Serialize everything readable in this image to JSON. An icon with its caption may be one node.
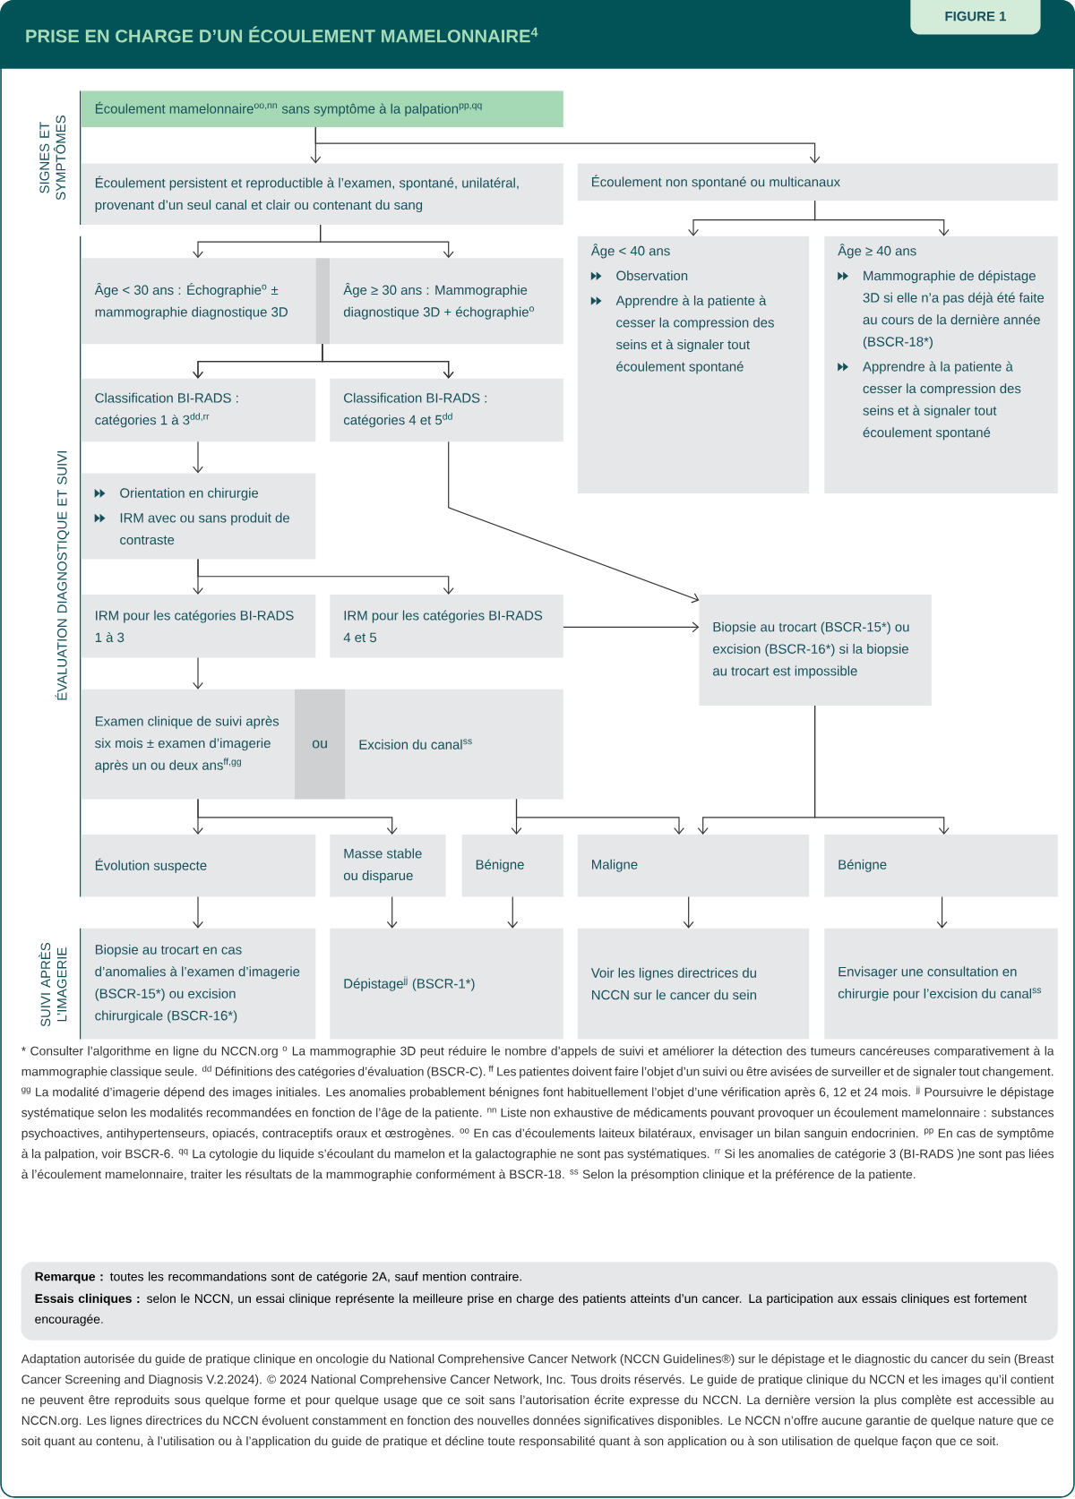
{
  "diagram": {
    "title": "PRISE EN CHARGE D’UN ÉCOULEMENT MAMELONNAIRE$^{4}$",
    "nodes": [
      {
        "text": [
          "Écoulement mamelonnaire$^{oo,nn}$ sans symptôme à la palpation$^{pp,qq}$"
        ]
      },
      {
        "text": [
          "Écoulement persistent et reproductible à l’examen, spontané, unilatéral, provenant d’un seul canal et clair ou contenant du sang"
        ]
      },
      {
        "text": [
          "Écoulement non spontané ou multicanaux"
        ]
      },
      {
        "text": [
          "Âge < 30 ans : Échographie$^{o}$ ± mammographie diagnostique 3D"
        ]
      },
      {
        "text": [
          "Âge ≥ 30 ans : Mammographie diagnostique 3D + échographie$^{o}$"
        ]
      },
      {
        "text": [
          "Âge < 40 ans",
          "Observation",
          "Apprendre à la patiente à cesser la compression des seins et à signaler tout écoulement spontané"
        ]
      },
      {
        "text": [
          "Âge ≥ 40 ans",
          "Mammographie de dépistage 3D si elle n’a pas déjà été faite au cours de la dernière année (BSCR-18*)",
          "Apprendre à la patiente à cesser la compression des seins et à signaler tout écoulement spontané"
        ]
      },
      {
        "text": [
          "Classification BI-RADS : catégories 1 à 3$^{dd,rr}$"
        ]
      },
      {
        "text": [
          "Classification BI-RADS : catégories 4 et 5$^{dd}$"
        ]
      },
      {
        "text": [
          "Orientation en chirurgie",
          "IRM avec ou sans produit de contraste"
        ]
      },
      {
        "text": [
          "IRM pour les catégories BI-RADS 1 à 3"
        ]
      },
      {
        "text": [
          "IRM pour les catégories BI-RADS 4 et 5"
        ]
      },
      {
        "text": [
          "Biopsie au trocart (BSCR-15*) ou excision (BSCR-16*) si la biopsie au trocart est impossible"
        ]
      },
      {
        "text": [
          "Examen clinique de suivi après six mois ± examen d’imagerie après un ou deux ans$^{ff,gg}$"
        ]
      },
      {
        "text": [
          "Excision du canal$^{ss}$"
        ]
      },
      {
        "text": [
          "Évolution suspecte"
        ]
      },
      {
        "text": [
          "Masse stable ou disparue"
        ]
      },
      {
        "text": [
          "Bénigne"
        ]
      },
      {
        "text": [
          "Maligne"
        ]
      },
      {
        "text": [
          "Bénigne"
        ]
      },
      {
        "text": [
          "Biopsie au trocart en cas d’anomalies à l’examen d’imagerie (BSCR-15*) ou excision chirurgicale (BSCR-16*)"
        ]
      },
      {
        "text": [
          "Dépistage$^{jj}$ (BSCR-1*)"
        ]
      },
      {
        "text": [
          "Voir les lignes directrices du NCCN sur le cancer du sein"
        ]
      },
      {
        "text": [
          "Envisager une consultation en chirurgie pour l’excision du canal$^{ss}$"
        ]
      }
    ],
    "edges": [
      {
        "from": 0,
        "to": 1,
        "arrow": "to"
      },
      {
        "from": 0,
        "to": 2,
        "arrow": "to"
      },
      {
        "from": 1,
        "to": 3,
        "arrow": "to"
      },
      {
        "from": 1,
        "to": 4,
        "arrow": "to"
      },
      {
        "from": 2,
        "to": 5,
        "arrow": "to"
      },
      {
        "from": 2,
        "to": 6,
        "arrow": "to"
      },
      {
        "from": 3,
        "to": 7,
        "arrow": "to"
      },
      {
        "from": 3,
        "to": 8,
        "arrow": "to"
      },
      {
        "from": 4,
        "to": 7,
        "arrow": "to"
      },
      {
        "from": 4,
        "to": 8,
        "arrow": "to"
      },
      {
        "from": 7,
        "to": 9,
        "arrow": "to"
      },
      {
        "from": 8,
        "to": 12,
        "arrow": "to"
      },
      {
        "from": 9,
        "to": 10,
        "arrow": "to"
      },
      {
        "from": 9,
        "to": 11,
        "arrow": "to"
      },
      {
        "from": 11,
        "to": 12,
        "arrow": "to"
      },
      {
        "from": 10,
        "to": 13,
        "arrow": "to"
      },
      {
        "from": 13,
        "to": 15,
        "arrow": "to"
      },
      {
        "from": 13,
        "to": 16,
        "arrow": "to"
      },
      {
        "from": 14,
        "to": 17,
        "arrow": "to"
      },
      {
        "from": 14,
        "to": 18,
        "arrow": "to"
      },
      {
        "from": 12,
        "to": 18,
        "arrow": "to"
      },
      {
        "from": 12,
        "to": 19,
        "arrow": "to"
      },
      {
        "from": 15,
        "to": 20,
        "arrow": "to"
      },
      {
        "from": 16,
        "to": 21,
        "arrow": "to"
      },
      {
        "from": 17,
        "to": 21,
        "arrow": "to"
      },
      {
        "from": 18,
        "to": 22,
        "arrow": "to"
      },
      {
        "from": 19,
        "to": 23,
        "arrow": "to"
      }
    ],
    "labels": [
      "FIGURE 1",
      "SIGNES ET SYMPTÔMES",
      "ÉVALUATION DIAGNOSTIQUE ET SUIVI",
      "ou",
      "SUIVI APRÈS L’IMAGERIE",
      "* Consulter l’algorithme en ligne du NCCN.org $^{o}$ La mammographie 3D peut réduire le nombre d’appels de suivi et améliorer la détection des tumeurs cancéreuses comparativement à la mammographie classique seule. $^{dd}$ Définitions des catégories d’évaluation (BSCR-C). $^{ff}$ Les patientes doivent faire l’objet d’un suivi ou être avisées de surveiller et de signaler tout changement. $^{gg}$ La modalité d’imagerie dépend des images initiales. Les anomalies probablement bénignes font habituellement l’objet d’une vérification après 6, 12 et 24 mois. $^{jj}$ Poursuivre le dépistage systématique selon les modalités recommandées en fonction de l’âge de la patiente. $^{nn}$ Liste non exhaustive de médicaments pouvant provoquer un écoulement mamelonnaire : substances psychoactives, antihypertenseurs, opiacés, contraceptifs oraux et œstrogènes. $^{oo}$ En cas d’écoulements laiteux bilatéraux, envisager un bilan sanguin endocrinien. $^{pp}$ En cas de symptôme à la palpation, voir BSCR-6. $^{qq}$ La cytologie du liquide s’écoulant du mamelon et la galactographie ne sont pas systématiques. $^{rr}$ Si les anomalies de catégorie 3 (BI-RADS )ne sont pas liées à l’écoulement mamelonnaire, traiter les résultats de la mammographie conformément à BSCR-18. $^{ss}$ Selon la présomption clinique et la préférence de la patiente.",
      "**Remarque :** toutes les recommandations sont de catégorie 2A, sauf mention contraire.",
      "**Essais cliniques :** selon le NCCN, un essai clinique représente la meilleure prise en charge des patients atteints d’un cancer. La participation aux essais cliniques est fortement encouragée.",
      "Adaptation autorisée du guide de pratique clinique en oncologie du National Comprehensive Cancer Network (NCCN Guidelines®) sur le dépistage et le diagnostic du cancer du sein (Breast Cancer Screening and Diagnosis V.2.2024). © 2024 National Comprehensive Cancer Network, Inc. Tous droits réservés. Le guide de pratique clinique du NCCN et les images qu’il contient ne peuvent être reproduits sous quelque forme et pour quelque usage que ce soit sans l’autorisation écrite expresse du NCCN. La dernière version la plus complète est accessible au NCCN.org. Les lignes directrices du NCCN évoluent constamment en fonction des nouvelles données significatives disponibles. Le NCCN n’offre aucune garantie de quelque nature que ce soit quant au contenu, à l’utilisation ou à l’application du guide de pratique et décline toute responsabilité quant à son application ou à son utilisation de quelque façon que ce soit."
    ]
  }
}
